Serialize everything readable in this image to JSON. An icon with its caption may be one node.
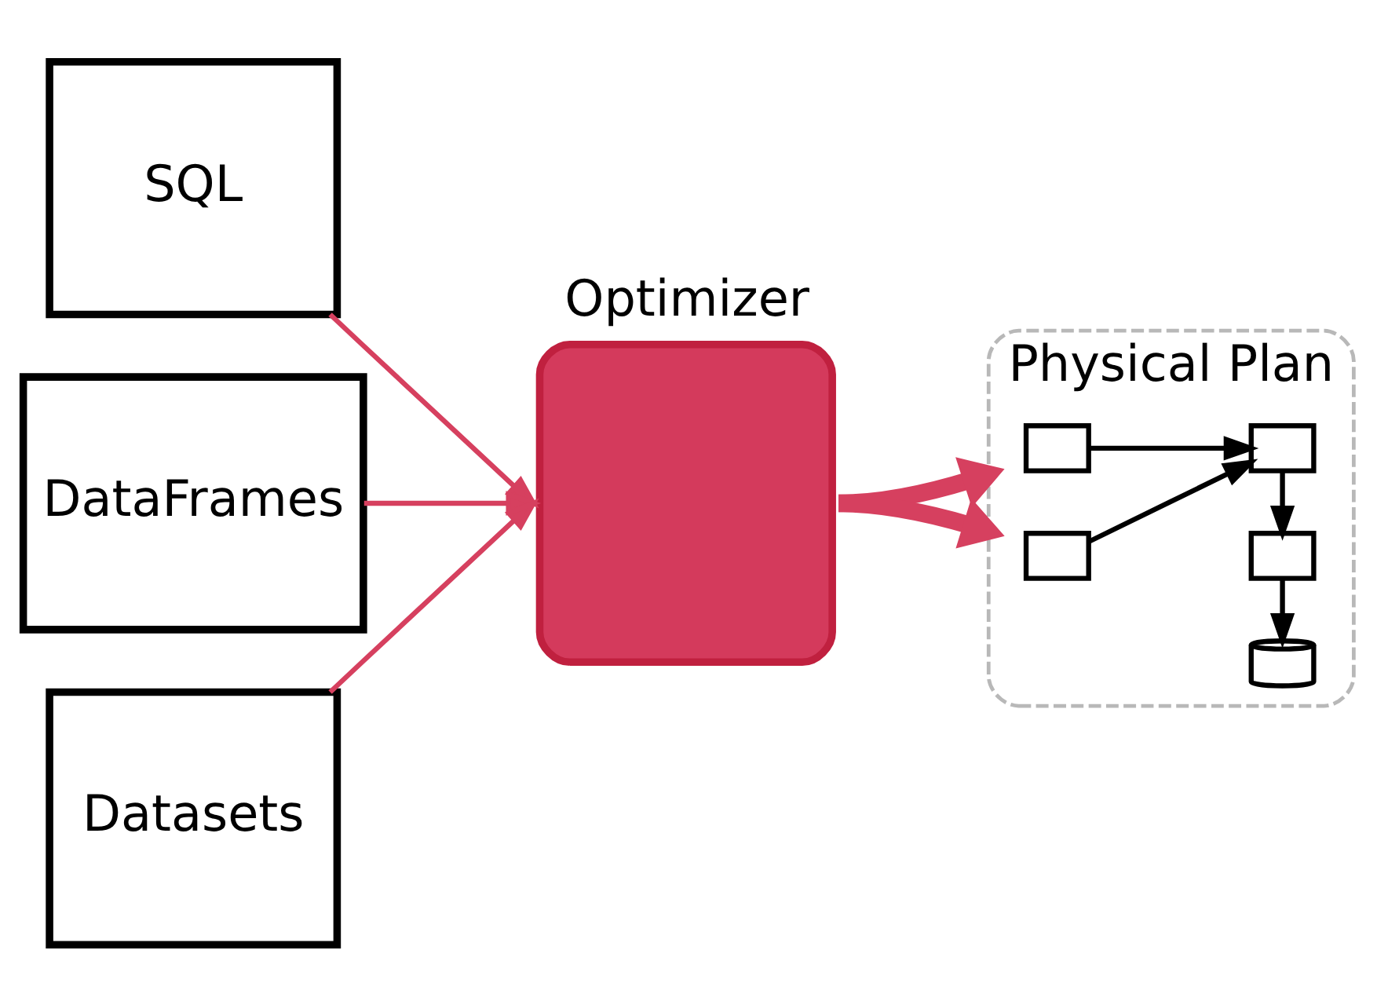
{
  "diagram": {
    "nodes": [
      {
        "text": [
          "SQL"
        ]
      },
      {
        "text": [
          "DataFrames"
        ]
      },
      {
        "text": [
          "Datasets"
        ]
      },
      {
        "text": [
          "Optimizer"
        ]
      },
      {
        "text": [
          "Physical Plan"
        ]
      },
      {
        "text": [],
        "shape": "box",
        "in": 4
      },
      {
        "text": [],
        "shape": "box",
        "in": 4
      },
      {
        "text": [],
        "shape": "box",
        "in": 4
      },
      {
        "text": [],
        "shape": "box",
        "in": 4
      },
      {
        "text": [],
        "shape": "cylinder",
        "in": 4
      }
    ],
    "edges": [
      {
        "from": 0,
        "to": 3,
        "arrow": "to",
        "color": "#d6405f"
      },
      {
        "from": 1,
        "to": 3,
        "arrow": "to",
        "color": "#d6405f"
      },
      {
        "from": 2,
        "to": 3,
        "arrow": "to",
        "color": "#d6405f"
      },
      {
        "from": 3,
        "to": 4,
        "arrow": "to",
        "style": "thick",
        "color": "#d6405f"
      },
      {
        "from": 3,
        "to": 4,
        "arrow": "to",
        "style": "thick",
        "color": "#d6405f"
      },
      {
        "from": 6,
        "to": 7,
        "arrow": "to",
        "color": "#000000"
      },
      {
        "from": 5,
        "to": 7,
        "arrow": "to",
        "color": "#000000"
      },
      {
        "from": 7,
        "to": 8,
        "arrow": "to",
        "color": "#000000"
      },
      {
        "from": 8,
        "to": 9,
        "arrow": "to",
        "color": "#000000"
      }
    ]
  }
}
